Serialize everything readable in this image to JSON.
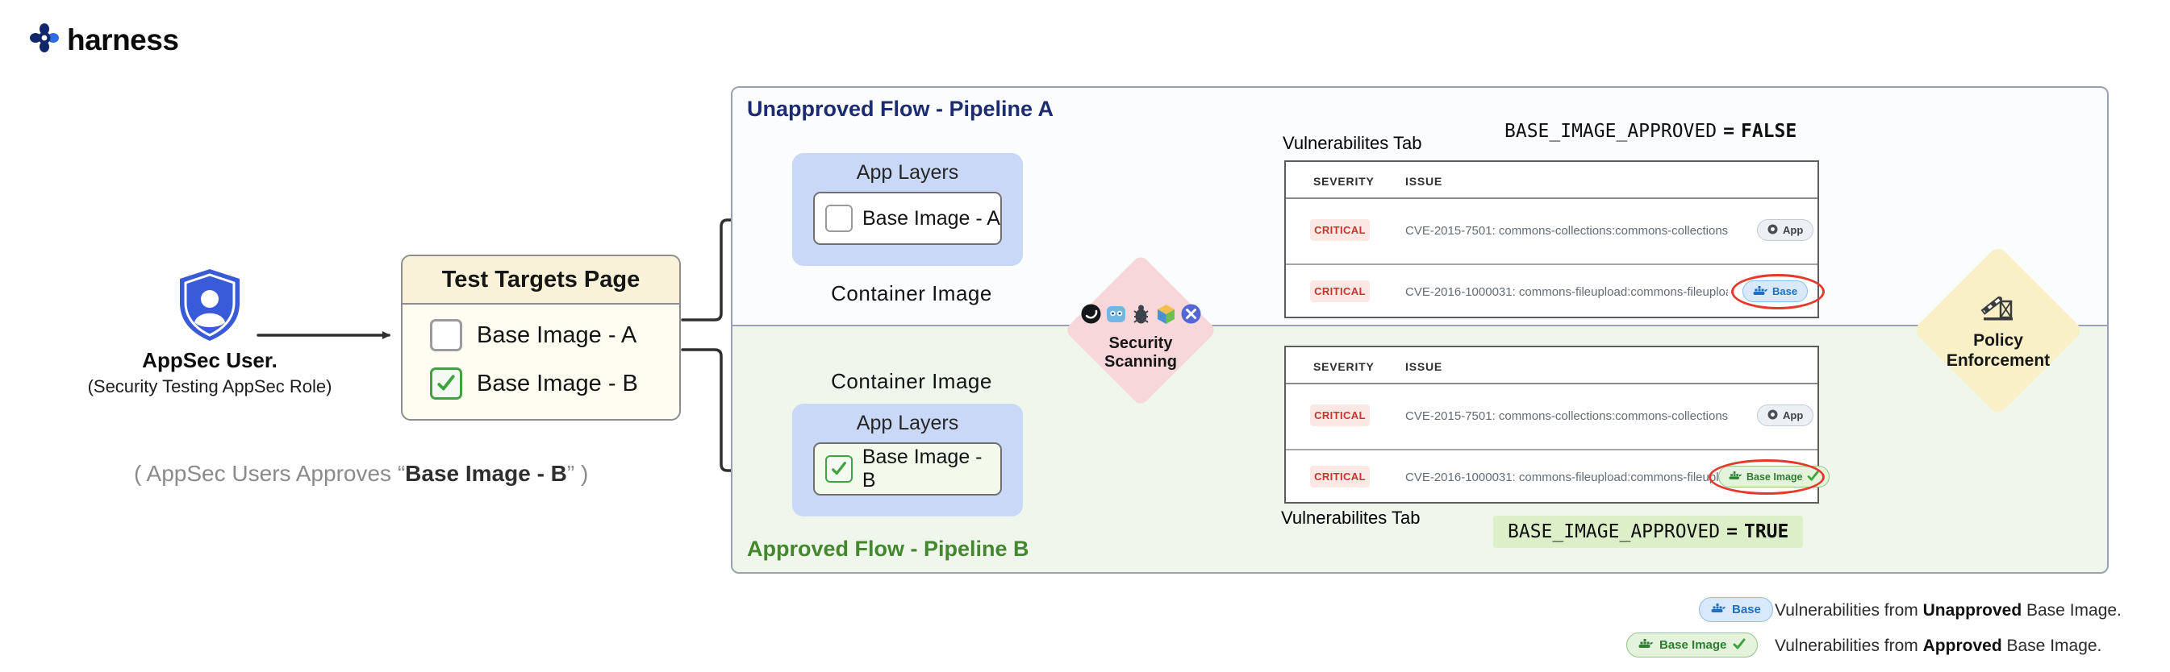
{
  "brand": {
    "name": "harness"
  },
  "actor": {
    "name": "AppSec User.",
    "role": "(Security Testing AppSec Role)"
  },
  "test_targets": {
    "title": "Test Targets Page",
    "options": [
      {
        "label": "Base Image - A",
        "checked": false
      },
      {
        "label": "Base Image - B",
        "checked": true
      }
    ]
  },
  "caption": {
    "prefix": "( AppSec Users Approves “",
    "highlight": "Base Image - B",
    "suffix": "” )"
  },
  "flows": {
    "unapproved": {
      "title": "Unapproved Flow - Pipeline A",
      "app_layers": "App Layers",
      "base_image": "Base Image - A",
      "container": "Container Image"
    },
    "approved": {
      "title": "Approved Flow - Pipeline B",
      "app_layers": "App Layers",
      "base_image": "Base Image - B",
      "container": "Container Image"
    }
  },
  "scanning": {
    "label": "Security Scanning"
  },
  "policy": {
    "label": "Policy Enforcement"
  },
  "tables": {
    "columns": {
      "severity": "SEVERITY",
      "issue": "ISSUE"
    },
    "top": {
      "tab": "Vulnerabilites Tab",
      "env": {
        "name": "BASE_IMAGE_APPROVED",
        "operator": "=",
        "value": "FALSE"
      },
      "rows": [
        {
          "severity": "CRITICAL",
          "issue": "CVE-2015-7501: commons-collections:commons-collections...",
          "chip": "App"
        },
        {
          "severity": "CRITICAL",
          "issue": "CVE-2016-1000031: commons-fileupload:commons-fileuploa...",
          "chip": "Base"
        }
      ]
    },
    "bottom": {
      "tab": "Vulnerabilites Tab",
      "env": {
        "name": "BASE_IMAGE_APPROVED",
        "operator": "=",
        "value": "TRUE"
      },
      "rows": [
        {
          "severity": "CRITICAL",
          "issue": "CVE-2015-7501: commons-collections:commons-collections...",
          "chip": "App"
        },
        {
          "severity": "CRITICAL",
          "issue": "CVE-2016-1000031: commons-fileupload:commons-fileuplo...",
          "chip": "Base Image"
        }
      ]
    }
  },
  "legend": [
    {
      "chip": "Base",
      "prefix": "Vulnerabilities from ",
      "bold": "Unapproved",
      "suffix": " Base Image."
    },
    {
      "chip": "Base Image",
      "prefix": "Vulnerabilities from ",
      "bold": "Approved",
      "suffix": " Base Image."
    }
  ],
  "colors": {
    "unapproved_title": "#1D2B71",
    "approved_title": "#44872F",
    "critical": "#C3362C",
    "base_chip_blue": "#1F6FC0",
    "approved_chip_green": "#2E7D32",
    "highlight_red": "#E33A2B",
    "scan_diamond": "#F7D7DA",
    "policy_diamond": "#FAF0C8"
  }
}
